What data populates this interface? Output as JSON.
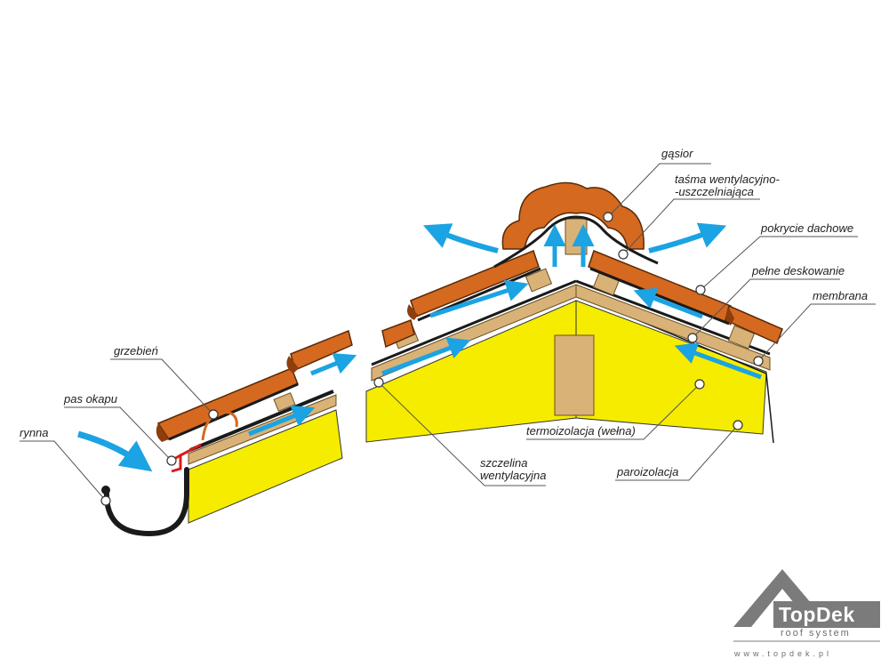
{
  "labels": {
    "gasior": "gąsior",
    "tasma_line1": "taśma wentylacyjno-",
    "tasma_line2": "-uszczelniająca",
    "pokrycie": "pokrycie dachowe",
    "deskowanie": "pełne deskowanie",
    "membrana": "membrana",
    "grzebien": "grzebień",
    "pas_okapu": "pas okapu",
    "rynna": "rynna",
    "termoizolacja": "termoizolacja (wełna)",
    "szczelina_line1": "szczelina",
    "szczelina_line2": "wentylacyjna",
    "paroizolacja": "paroizolacja"
  },
  "logo": {
    "brand": "TopDek",
    "tagline": "roof system",
    "url": "www.topdek.pl"
  },
  "colors": {
    "tile": "#d4691f",
    "tile_dark": "#8e3d0c",
    "insulation": "#f5ec00",
    "wood": "#d8b277",
    "membrane": "#1a1a1a",
    "arrow": "#1ba3e3",
    "gutter": "#1a1a1a",
    "drip_edge": "#d81c1c",
    "logo_grey": "#7b7b7b"
  }
}
